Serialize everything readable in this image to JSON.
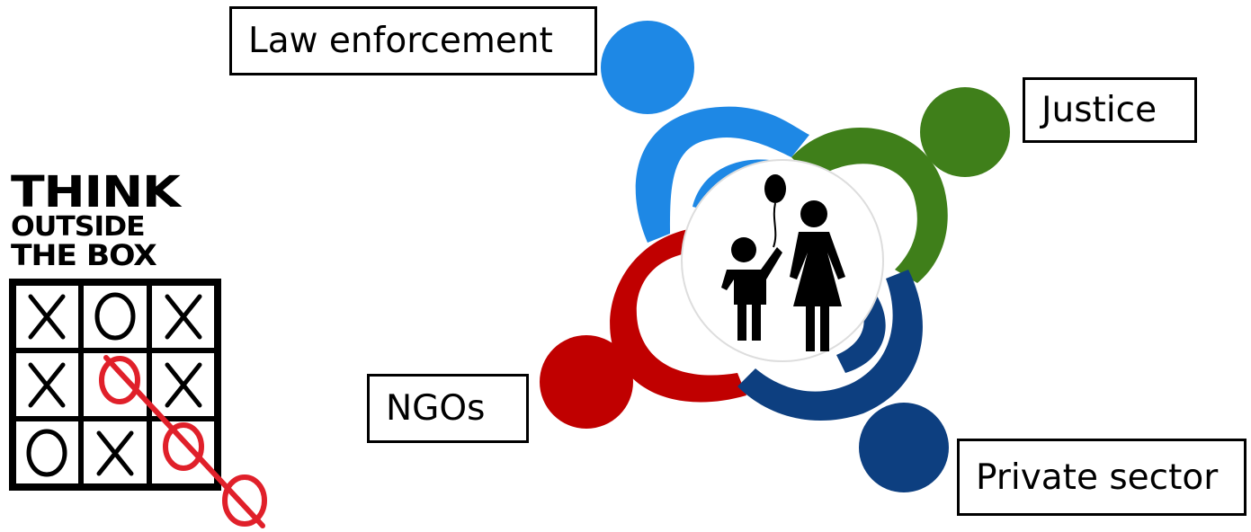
{
  "labels": {
    "law_enforcement": "Law enforcement",
    "justice": "Justice",
    "ngos": "NGOs",
    "private_sector": "Private sector"
  },
  "logo": {
    "line1": "THINK",
    "line2": "OUTSIDE",
    "line3": "THE BOX",
    "grid": [
      [
        "X",
        "O",
        "X"
      ],
      [
        "X",
        "O",
        "X"
      ],
      [
        "O",
        "X",
        "O"
      ]
    ]
  },
  "colors": {
    "law_enforcement": "#1e88e5",
    "justice": "#3f7f1a",
    "ngos": "#c00000",
    "private_sector": "#0d3f80",
    "accent_red": "#e0202a"
  }
}
